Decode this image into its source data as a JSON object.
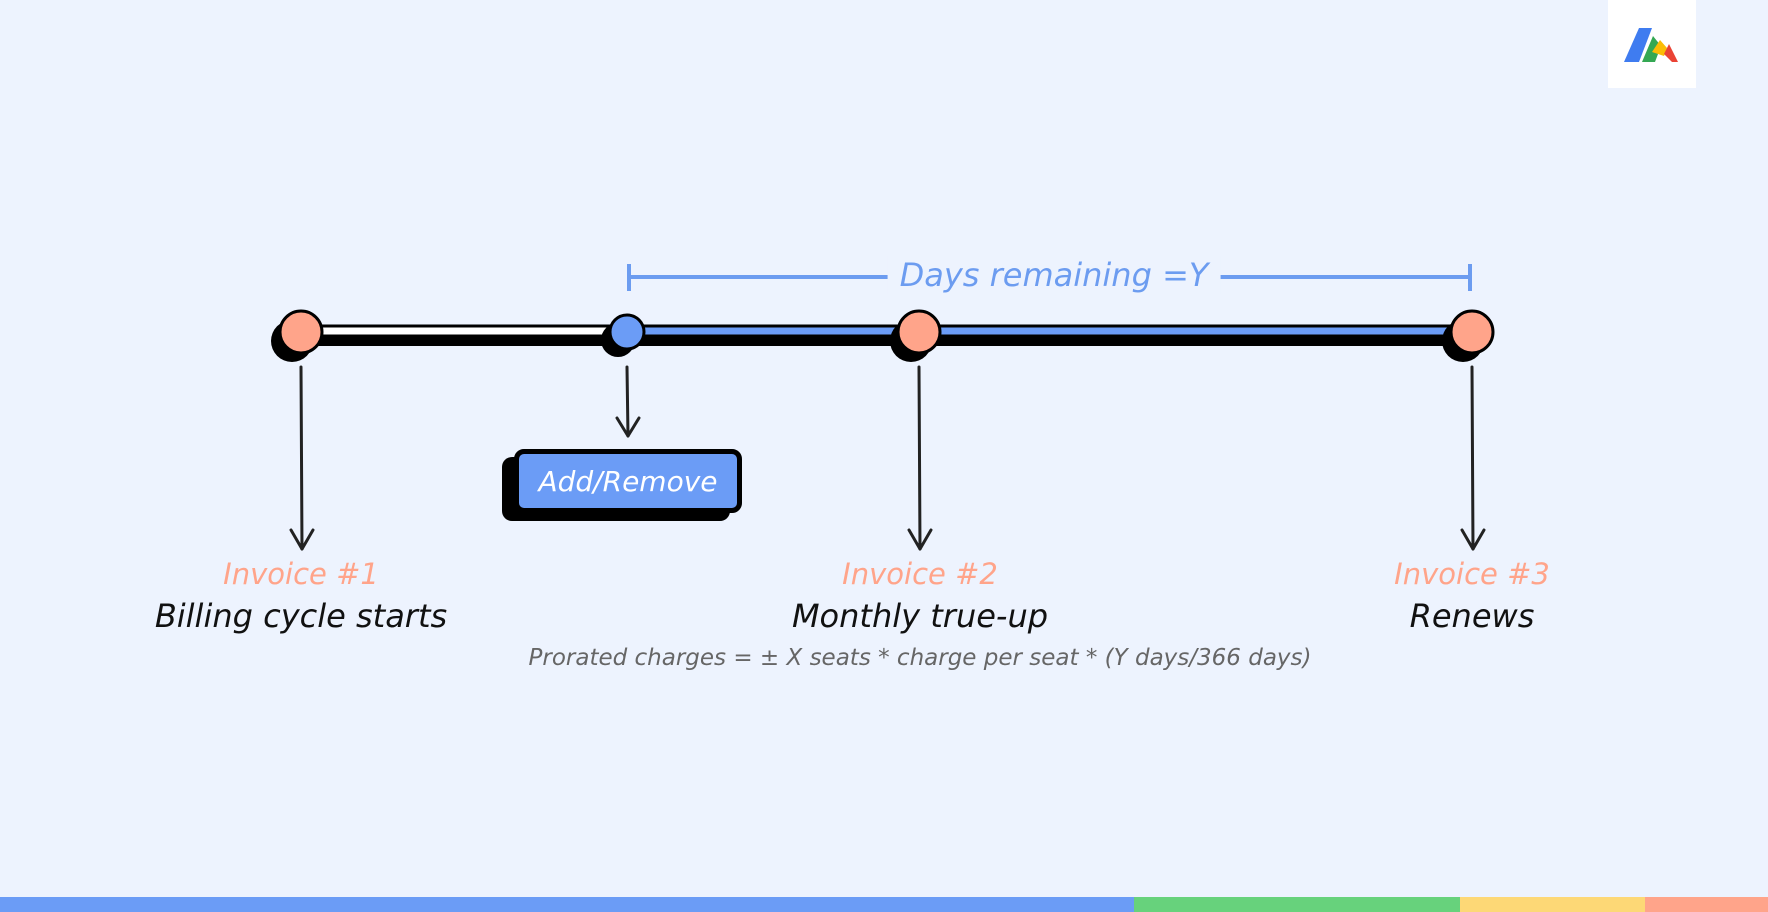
{
  "timeline": {
    "days_label": "Days remaining =Y",
    "add_remove": "Add/Remove",
    "events": [
      {
        "invoice": "Invoice #1",
        "label": "Billing cycle starts"
      },
      {
        "invoice": "Invoice #2",
        "label": "Monthly true-up"
      },
      {
        "invoice": "Invoice #3",
        "label": "Renews"
      }
    ],
    "formula": "Prorated charges = ± X seats * charge per seat * (Y days/366 days)"
  },
  "colors": {
    "background": "#edf3fe",
    "accent_blue": "#6b9cf6",
    "salmon": "#ffa48a",
    "bar_green": "#67d27c",
    "bar_yellow": "#fdd876"
  },
  "icons": [
    "brand-logo-icon",
    "arrow-down-icon"
  ]
}
